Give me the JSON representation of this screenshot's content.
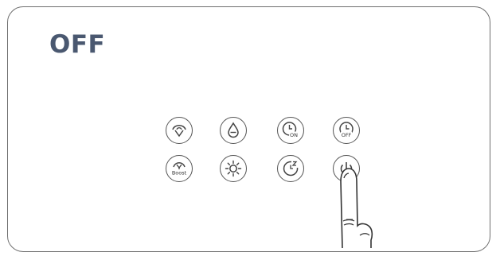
{
  "display": {
    "status": "OFF"
  },
  "buttons": {
    "boost": {
      "label": "Boost"
    },
    "timer_on": {
      "label": "ON"
    },
    "timer_off": {
      "label": "OFF"
    }
  },
  "colors": {
    "status_text": "#4a5870",
    "outline": "#555555",
    "panel_border": "#6f6f6f"
  }
}
